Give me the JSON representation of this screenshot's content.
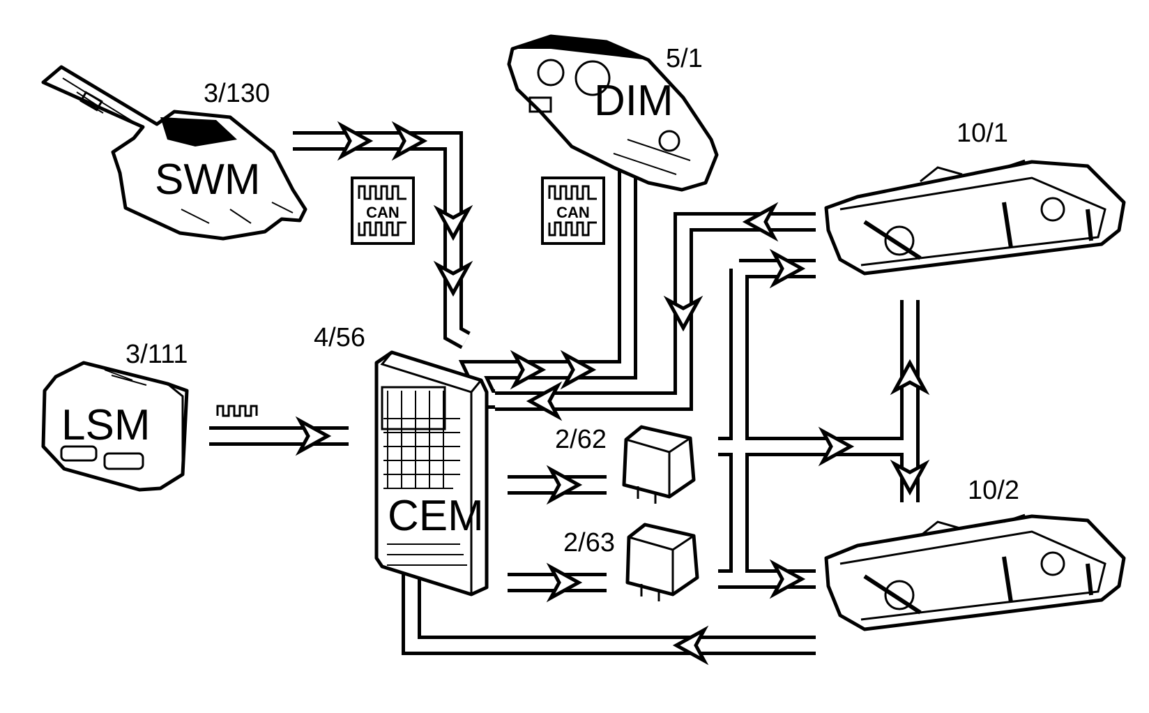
{
  "components": {
    "swm": {
      "ref": "3/130",
      "name": "SWM"
    },
    "dim": {
      "ref": "5/1",
      "name": "DIM"
    },
    "lsm": {
      "ref": "3/111",
      "name": "LSM"
    },
    "cem": {
      "ref": "4/56",
      "name": "CEM"
    },
    "relay_1": {
      "ref": "2/62"
    },
    "relay_2": {
      "ref": "2/63"
    },
    "headlamp_left": {
      "ref": "10/1"
    },
    "headlamp_right": {
      "ref": "10/2"
    }
  },
  "can_badges": [
    {
      "label": "CAN"
    },
    {
      "label": "CAN"
    }
  ],
  "colors": {
    "line": "#000000",
    "background": "#ffffff"
  }
}
